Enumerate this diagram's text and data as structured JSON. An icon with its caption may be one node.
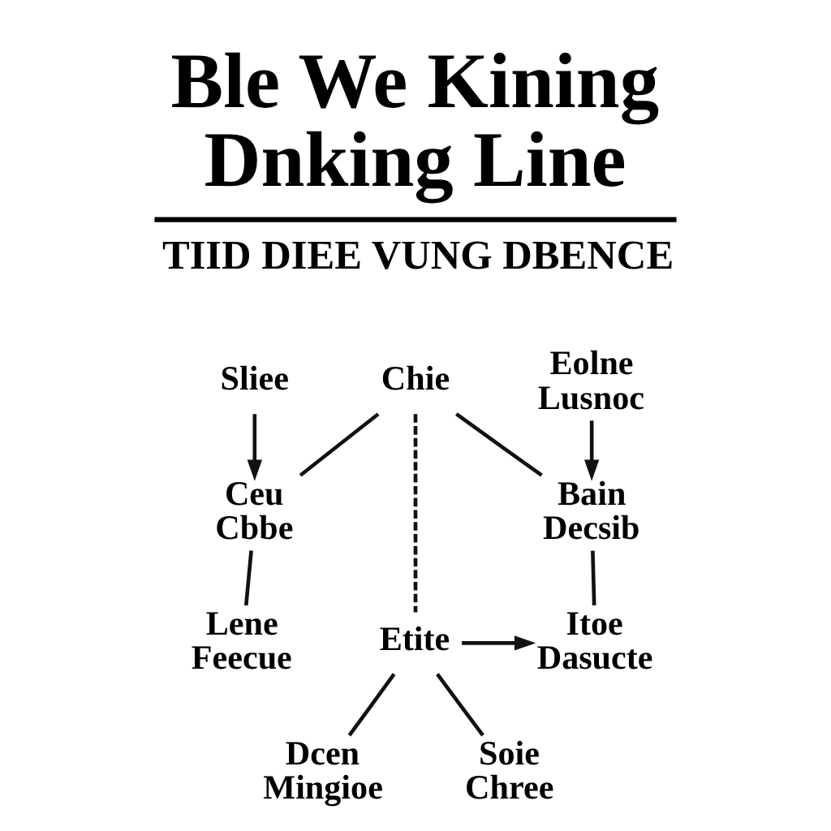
{
  "diagram": {
    "title": "Ble We Kining Dnking Line",
    "nodes": [
      {
        "text": [
          "Sliee"
        ]
      },
      {
        "text": [
          "Chie"
        ]
      },
      {
        "text": [
          "Eolne Lusnoc"
        ]
      },
      {
        "text": [
          "Ceu Cbbe"
        ]
      },
      {
        "text": [
          "Bain Decsib"
        ]
      },
      {
        "text": [
          "Lene Feecue"
        ]
      },
      {
        "text": [
          "Etite"
        ]
      },
      {
        "text": [
          "Itoe Dasucte"
        ]
      },
      {
        "text": [
          "Dcen Mingioe"
        ]
      },
      {
        "text": [
          "Soie Chree"
        ]
      }
    ],
    "edges": [
      {
        "from": 0,
        "to": 3,
        "arrow": "to"
      },
      {
        "from": 1,
        "to": 3,
        "arrow": "none"
      },
      {
        "from": 1,
        "to": 4,
        "arrow": "none"
      },
      {
        "from": 2,
        "to": 4,
        "arrow": "to"
      },
      {
        "from": 1,
        "to": 6,
        "arrow": "none",
        "style": "dashed"
      },
      {
        "from": 3,
        "to": 5,
        "arrow": "none"
      },
      {
        "from": 4,
        "to": 7,
        "arrow": "none"
      },
      {
        "from": 6,
        "to": 7,
        "arrow": "to"
      },
      {
        "from": 6,
        "to": 8,
        "arrow": "none"
      },
      {
        "from": 6,
        "to": 9,
        "arrow": "none"
      }
    ],
    "labels": [
      "TIID DIEE VUNG DBENCE"
    ]
  }
}
